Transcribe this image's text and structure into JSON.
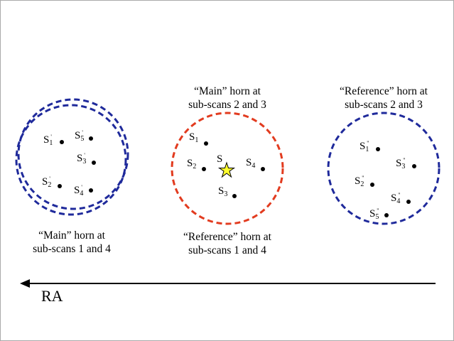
{
  "colors": {
    "main_circle": "#1f2a9b",
    "reference_circle": "#e23b1f",
    "star_fill": "#ffff2e",
    "arrow": "#000000"
  },
  "captions": {
    "left_bottom": [
      "“Main” horn at",
      "sub-scans 1 and 4"
    ],
    "center_top": [
      "“Main” horn at",
      "sub-scans 2 and 3"
    ],
    "center_bottom": [
      "“Reference” horn at",
      "sub-scans 1 and 4"
    ],
    "right_top": [
      "“Reference” horn at",
      "sub-scans 2 and 3"
    ]
  },
  "labels": {
    "left": [
      {
        "base": "S",
        "sub": "1",
        "sup": "'"
      },
      {
        "base": "S",
        "sub": "5",
        "sup": "'"
      },
      {
        "base": "S",
        "sub": "3",
        "sup": "'"
      },
      {
        "base": "S",
        "sub": "2",
        "sup": "'"
      },
      {
        "base": "S",
        "sub": "4",
        "sup": "'"
      }
    ],
    "center": [
      {
        "base": "S",
        "sub": "1",
        "sup": ""
      },
      {
        "base": "S",
        "sub": "2",
        "sup": ""
      },
      {
        "base": "S",
        "sub": "",
        "sup": ""
      },
      {
        "base": "S",
        "sub": "4",
        "sup": ""
      },
      {
        "base": "S",
        "sub": "3",
        "sup": ""
      }
    ],
    "right": [
      {
        "base": "S",
        "sub": "1",
        "sup": "''"
      },
      {
        "base": "S",
        "sub": "3",
        "sup": "''"
      },
      {
        "base": "S",
        "sub": "2",
        "sup": "''"
      },
      {
        "base": "S",
        "sub": "4",
        "sup": "''"
      },
      {
        "base": "S",
        "sub": "5",
        "sup": "''"
      }
    ]
  },
  "axis": {
    "label": "RA"
  }
}
